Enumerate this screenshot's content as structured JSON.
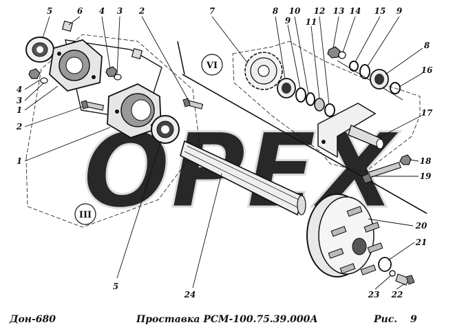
{
  "footer": {
    "model": "Дон-680",
    "title": "Проставка РСМ-100.75.39.000А",
    "fig_label": "Рис.",
    "fig_number": "9"
  },
  "watermark": "OPEX",
  "groups": [
    "VI",
    "III"
  ],
  "callouts": [
    "5",
    "6",
    "4",
    "3",
    "2",
    "7",
    "8",
    "10",
    "9",
    "11",
    "12",
    "13",
    "14",
    "15",
    "9",
    "8",
    "16",
    "4",
    "3",
    "1",
    "2",
    "17",
    "1",
    "18",
    "19",
    "20",
    "21",
    "5",
    "24",
    "23",
    "22"
  ],
  "colors": {
    "ink": "#111111",
    "watermark": "#d9d9d9",
    "paper": "#ffffff"
  }
}
